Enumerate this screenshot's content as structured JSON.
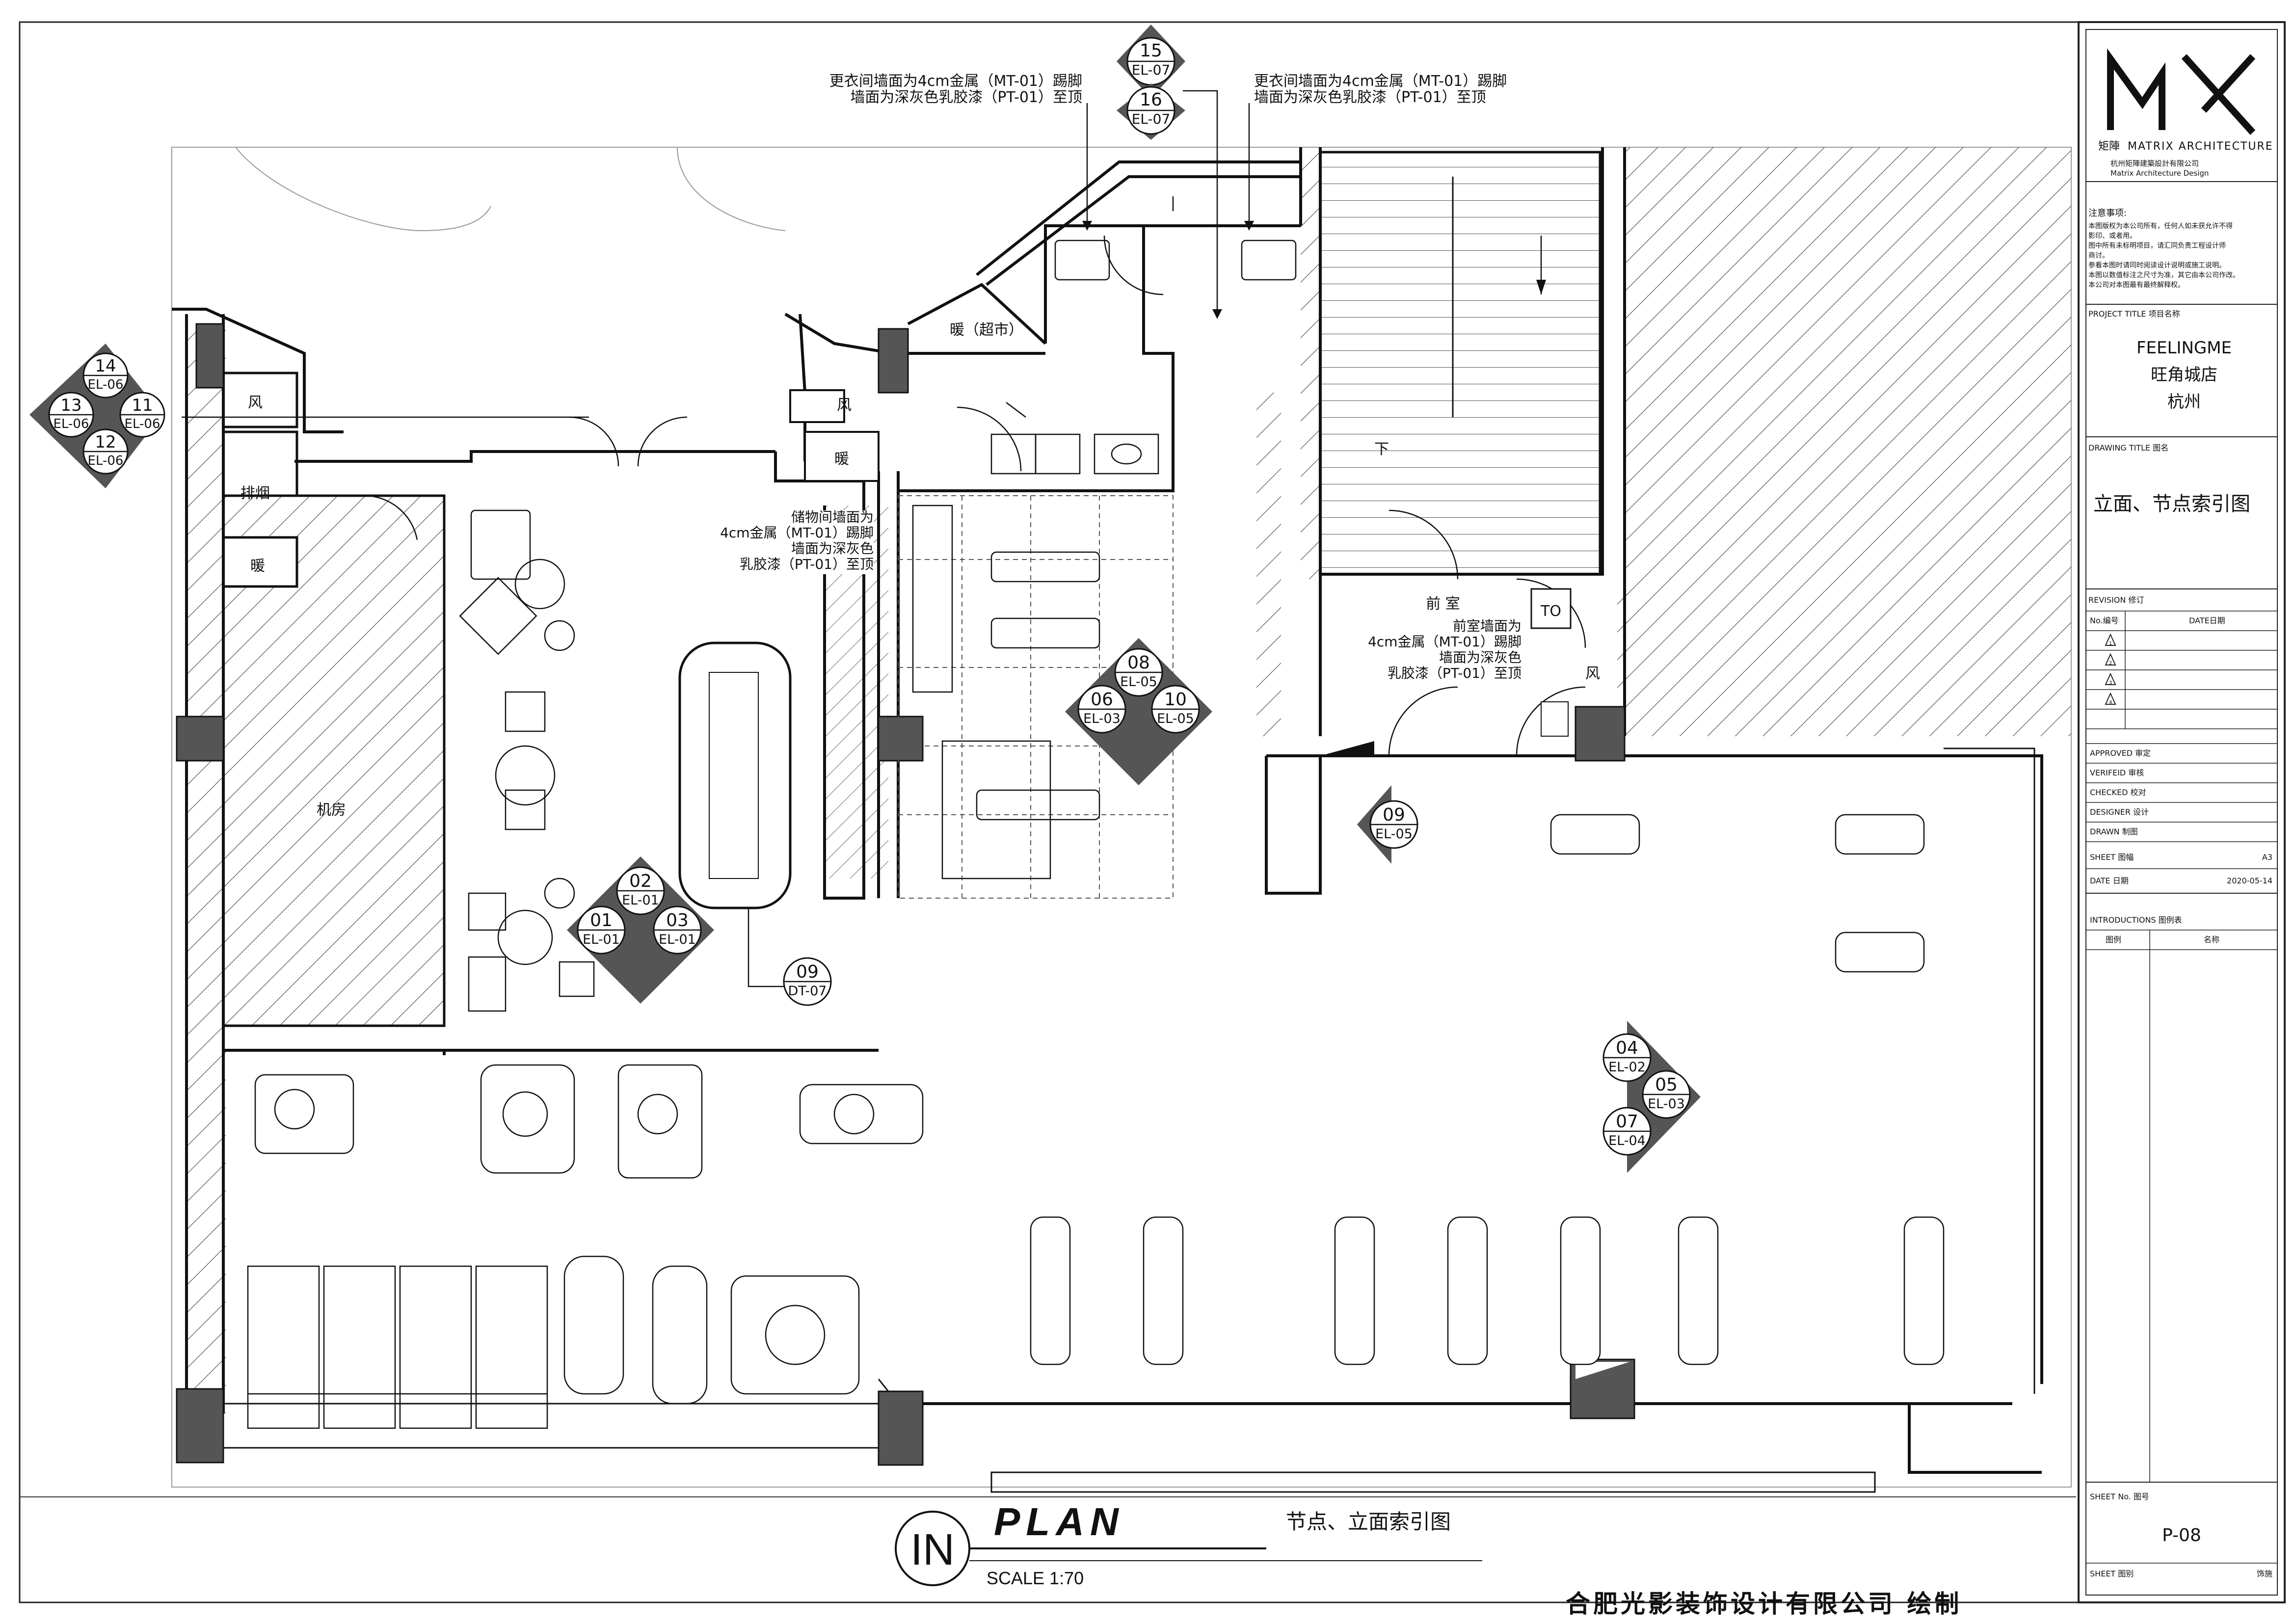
{
  "title_block": {
    "logo_text": "M",
    "company_cn": "矩陣",
    "company_en": "MATRIX ARCHITECTURE",
    "company_full_cn": "杭州矩陣建築設計有限公司",
    "company_full_en": "Matrix Architecture Design",
    "notes_title": "注意事项:",
    "notes": [
      "本图版权为本公司所有，任何人如未获允许不得",
      "影印、或者用。",
      "图中所有未标明项目，请汇同负责工程设计师",
      "商讨。",
      "参看本图时请同时阅读设计说明或施工说明。",
      "本图以数值标注之尺寸为准，其它由本公司作改。",
      "本公司对本图最有最终解释权。"
    ],
    "project_title_label": "PROJECT TITLE  项目名称",
    "project_lines": [
      "FEELINGME",
      "旺角城店",
      "杭州"
    ],
    "drawing_title_label": "DRAWING TITLE  图名",
    "drawing_title": "立面、节点索引图",
    "revision_label": "REVISION 修订",
    "revision_no": "No.编号",
    "revision_date": "DATE日期",
    "revision_marks": [
      "1",
      "2",
      "3",
      "4"
    ],
    "approved": "APPROVED 审定",
    "verified": "VERIFEID 审核",
    "checked": "CHECKED  校对",
    "designer": "DESIGNER 设计",
    "drawn": "DRAWN    制图",
    "sheet_label": "SHEET    图幅",
    "sheet_value": "A3",
    "date_label": "DATE     日期",
    "date_value": "2020-05-14",
    "intro_label": "INTRODUCTIONS 图例表",
    "legend_col1": "图例",
    "legend_col2": "名称",
    "sheet_no_label": "SHEET No. 图号",
    "sheet_no": "P-08",
    "sheet_type_label": "SHEET 图别",
    "sheet_type": "饰施"
  },
  "plan": {
    "title_prefix": "IN",
    "title": "PLAN",
    "subtitle": "节点、立面索引图",
    "scale": "SCALE  1:70",
    "credit": "合肥光影装饰设计有限公司 绘制"
  },
  "rooms": {
    "machine_room": "机房",
    "wind_1": "风",
    "exhaust": "排烟",
    "heating_1": "暖",
    "heating_supermarket": "暖（超市）",
    "wind_2": "风",
    "heating_2": "暖",
    "stair_down": "下",
    "front_room": "前 室",
    "to": "TO",
    "wind_3": "风"
  },
  "notes": {
    "changing_left": [
      "更衣间墙面为4cm金属（MT-01）踢脚",
      "墙面为深灰色乳胶漆（PT-01）至顶"
    ],
    "changing_right": [
      "更衣间墙面为4cm金属（MT-01）踢脚",
      "墙面为深灰色乳胶漆（PT-01）至顶"
    ],
    "storage": [
      "储物间墙面为",
      "4cm金属（MT-01）踢脚",
      "墙面为深灰色",
      "乳胶漆（PT-01）至顶"
    ],
    "front_room": [
      "前室墙面为",
      "4cm金属（MT-01）踢脚",
      "墙面为深灰色",
      "乳胶漆（PT-01）至顶"
    ]
  },
  "markers": {
    "m15": {
      "num": "15",
      "ref": "EL-07"
    },
    "m16": {
      "num": "16",
      "ref": "EL-07"
    },
    "m14": {
      "num": "14",
      "ref": "EL-06"
    },
    "m13": {
      "num": "13",
      "ref": "EL-06"
    },
    "m11": {
      "num": "11",
      "ref": "EL-06"
    },
    "m12": {
      "num": "12",
      "ref": "EL-06"
    },
    "m08": {
      "num": "08",
      "ref": "EL-05"
    },
    "m06": {
      "num": "06",
      "ref": "EL-03"
    },
    "m10": {
      "num": "10",
      "ref": "EL-05"
    },
    "m09a": {
      "num": "09",
      "ref": "EL-05"
    },
    "m02": {
      "num": "02",
      "ref": "EL-01"
    },
    "m01": {
      "num": "01",
      "ref": "EL-01"
    },
    "m03": {
      "num": "03",
      "ref": "EL-01"
    },
    "m09b": {
      "num": "09",
      "ref": "DT-07"
    },
    "m04": {
      "num": "04",
      "ref": "EL-02"
    },
    "m05": {
      "num": "05",
      "ref": "EL-03"
    },
    "m07": {
      "num": "07",
      "ref": "EL-04"
    }
  }
}
